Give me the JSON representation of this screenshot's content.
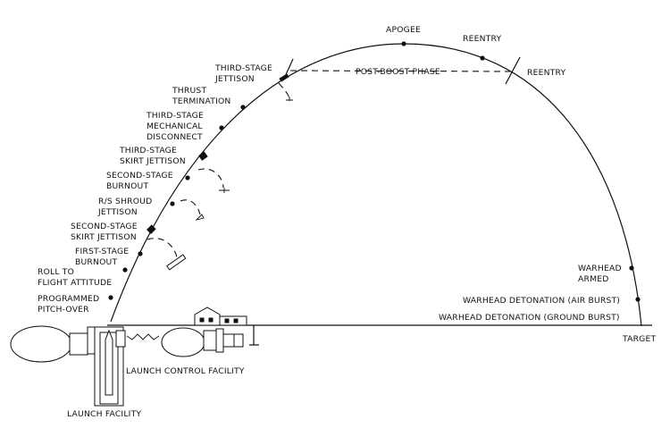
{
  "labels": {
    "apogee": "APOGEE",
    "reentry_upper": "REENTRY",
    "reentry_right": "REENTRY",
    "post_boost": "POST-BOOST PHASE",
    "third_stage_jettison": [
      "THIRD-STAGE",
      "JETTISON"
    ],
    "thrust_termination": [
      "THRUST",
      "TERMINATION"
    ],
    "third_stage_mech": [
      "THIRD-STAGE",
      "MECHANICAL",
      "DISCONNECT"
    ],
    "third_stage_skirt": [
      "THIRD-STAGE",
      "SKIRT JETTISON"
    ],
    "second_stage_burnout": [
      "SECOND-STAGE",
      "BURNOUT"
    ],
    "rs_shroud": [
      "R/S SHROUD",
      "JETTISON"
    ],
    "second_stage_skirt": [
      "SECOND-STAGE",
      "SKIRT JETTISON"
    ],
    "first_stage_burnout": [
      "FIRST-STAGE",
      "BURNOUT"
    ],
    "roll": [
      "ROLL TO",
      "FLIGHT ATTITUDE"
    ],
    "pitch_over": [
      "PROGRAMMED",
      "PITCH-OVER"
    ],
    "warhead_armed": [
      "WARHEAD",
      "ARMED"
    ],
    "detonation_air": "WARHEAD DETONATION (AIR BURST)",
    "detonation_ground": "WARHEAD DETONATION (GROUND BURST)",
    "target": "TARGET",
    "launch_control": "LAUNCH CONTROL FACILITY",
    "launch_facility": "LAUNCH FACILITY"
  },
  "colors": {
    "ink": "#111111",
    "paper": "#ffffff"
  }
}
